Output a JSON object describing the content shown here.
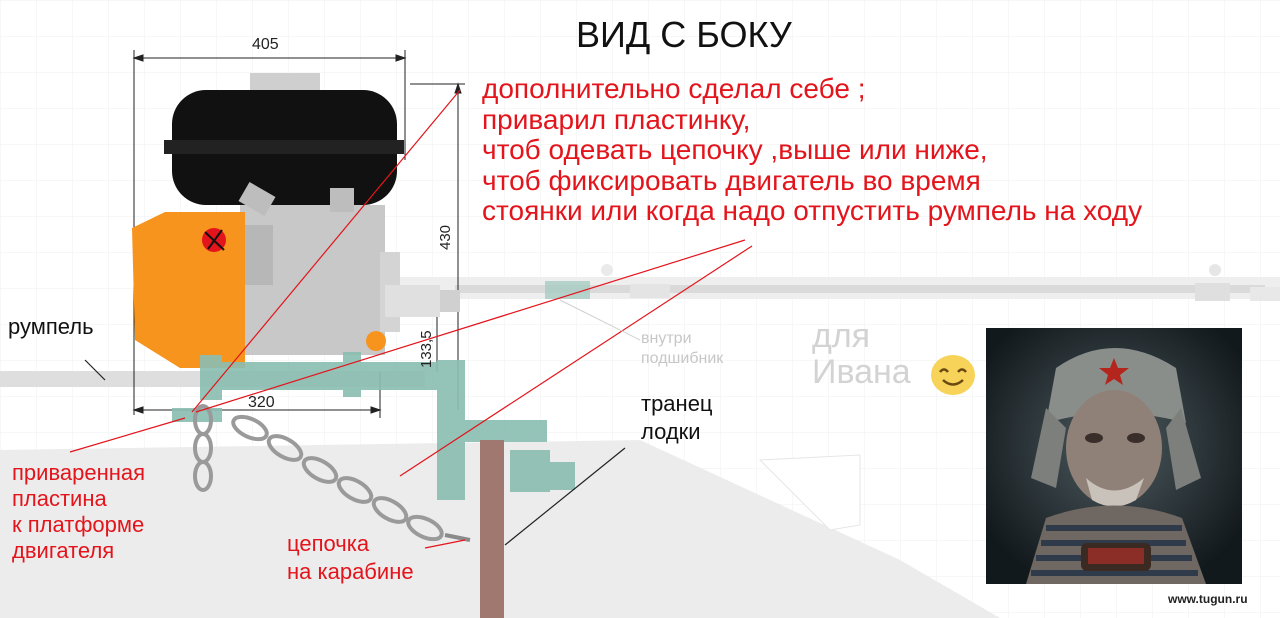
{
  "title": "ВИД С БОКУ",
  "dimensions": {
    "width_top": "405",
    "height": "430",
    "width_bottom": "320",
    "mount_height": "133,5"
  },
  "note_lines": [
    "дополнительно сделал себе ;",
    "приварил  пластинку,",
    "чтоб одевать цепочку ,выше или ниже,",
    " чтоб фиксировать двигатель во время",
    "стоянки или когда надо отпустить румпель на ходу"
  ],
  "labels": {
    "tiller": "румпель",
    "transom": [
      "транец",
      "лодки"
    ],
    "welded_plate": [
      "приваренная",
      "пластина",
      "к платформе",
      "двигателя"
    ],
    "chain": [
      "цепочка",
      "на карабине"
    ],
    "bearing": [
      "внутри",
      "подшибник"
    ],
    "for_ivan": [
      "для",
      "Ивана"
    ]
  },
  "icons": {
    "smile": "smiling-face-icon",
    "portrait": "soldier-portrait"
  },
  "watermark": "www.tugun.ru",
  "colors": {
    "annotation_red": "#e3141b",
    "engine_orange": "#f7941d",
    "engine_black": "#111111",
    "engine_gray": "#c8c8c8",
    "bracket_teal": "#8cbeb2",
    "transom_brown": "#a07870"
  }
}
